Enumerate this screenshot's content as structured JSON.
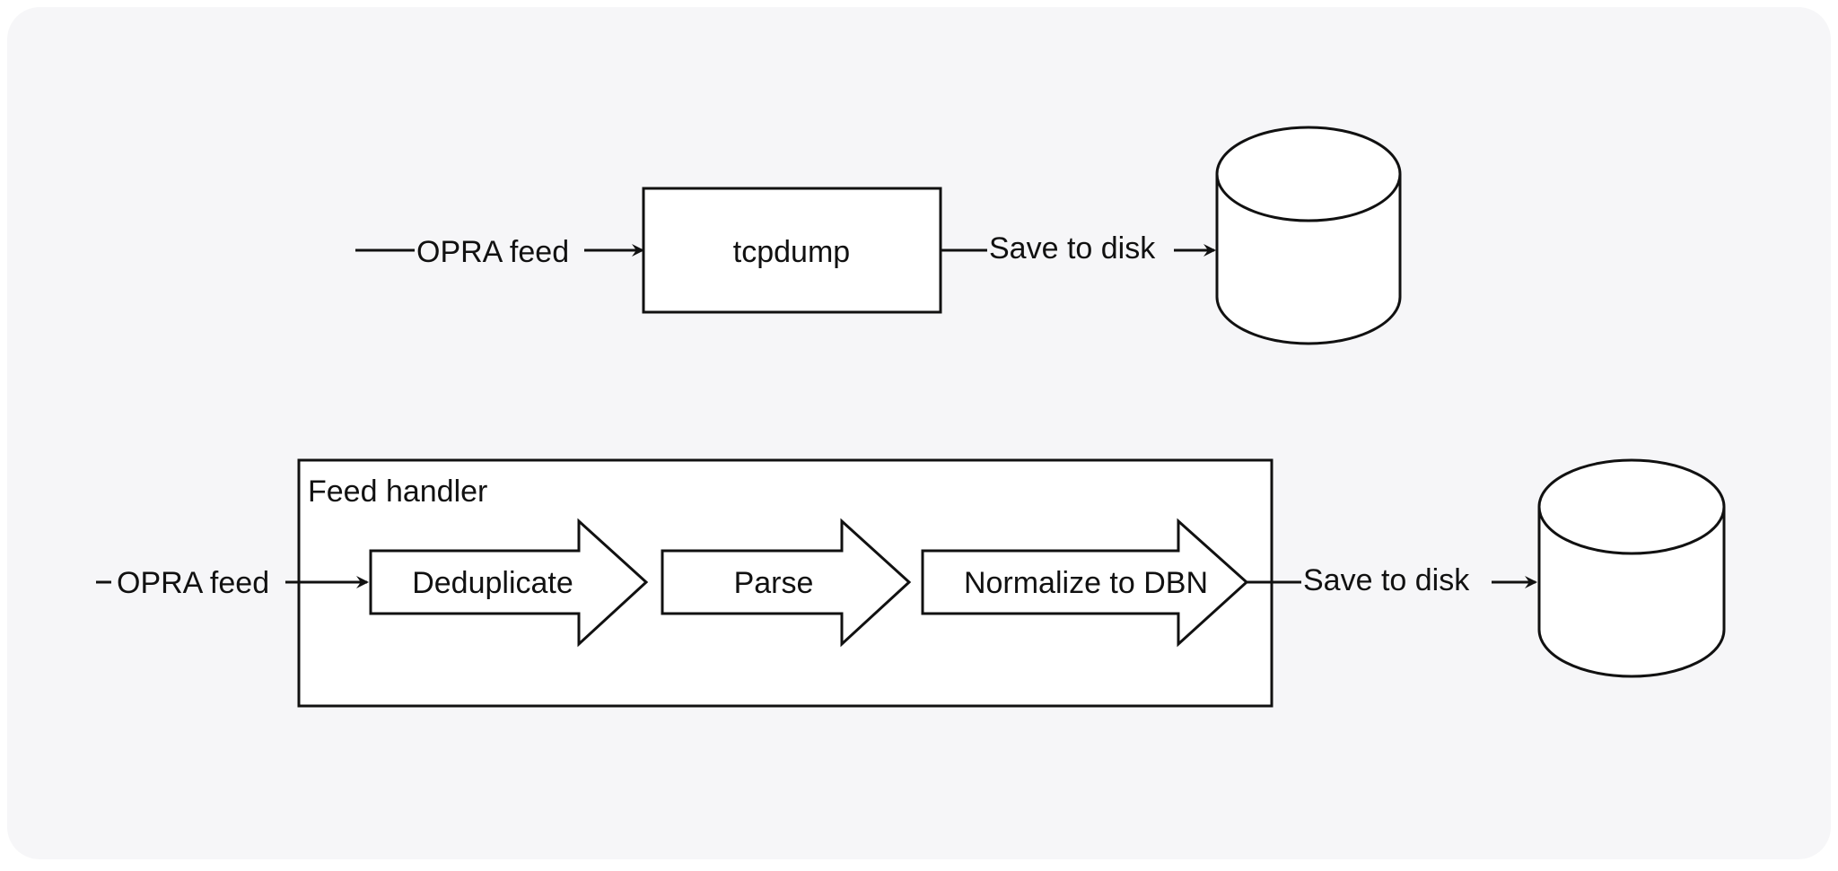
{
  "colors": {
    "background": "#f6f6f8",
    "outer": "#ffffff",
    "stroke": "#111111",
    "fill": "#ffffff"
  },
  "top_flow": {
    "input_label": "OPRA feed",
    "process_label": "tcpdump",
    "output_label": "Save to disk",
    "storage_icon": "database-cylinder-icon"
  },
  "bottom_flow": {
    "input_label": "OPRA feed",
    "container_label": "Feed handler",
    "steps": [
      {
        "label": "Deduplicate"
      },
      {
        "label": "Parse"
      },
      {
        "label": "Normalize to DBN"
      }
    ],
    "output_label": "Save to disk",
    "storage_icon": "database-cylinder-icon"
  }
}
